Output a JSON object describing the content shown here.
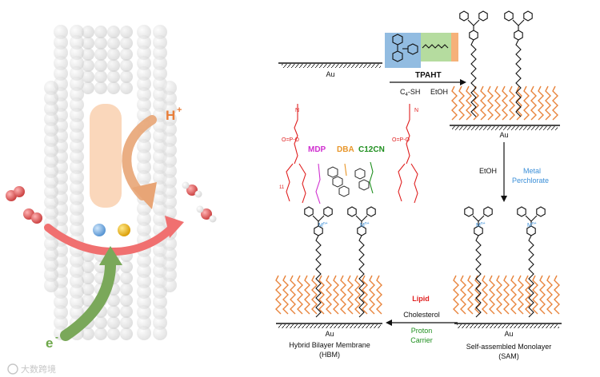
{
  "labels": {
    "proton": "H",
    "proton_charge": "+",
    "electron": "e",
    "electron_charge": "-",
    "au_top": "Au",
    "tpaht": "TPAHT",
    "c4sh": "C",
    "c4sh_sub": "4",
    "c4sh_rest": "-SH",
    "etoh_top": "EtOH",
    "au_sam_top": "Au",
    "etoh_mid": "EtOH",
    "metal": "Metal",
    "perchlorate": "Perchlorate",
    "mdp": "MDP",
    "dba": "DBA",
    "c12cn": "C12CN",
    "lipid": "Lipid",
    "cholesterol": "Cholesterol",
    "proton_carrier_1": "Proton",
    "proton_carrier_2": "Carrier",
    "au_hbm": "Au",
    "hbm_1": "Hybrid Bilayer Membrane",
    "hbm_2": "(HBM)",
    "au_sam": "Au",
    "sam_1": "Self-assembled Monolayer",
    "sam_2": "(SAM)",
    "metal_ion": "M",
    "metal_ion_charge": "n+",
    "phosphate_left": "O=P-O",
    "phosphate_right": "O=P-O",
    "amine_left": "N",
    "amine_right": "N",
    "subscript_11": "11",
    "watermark": "大数跨境"
  },
  "colors": {
    "proton": "#e87e3a",
    "electron": "#6ea84a",
    "red_arrow": "#f06a6a",
    "lipid": "#e02020",
    "mdp": "#d030d0",
    "dba": "#e8962a",
    "c12cn": "#1f8f1f",
    "metal": "#3b8fd8",
    "box_blue": "#7fb0dc",
    "box_green": "#a8d68e",
    "box_orange": "#f5a96a",
    "chain": "#e8843c"
  },
  "icons": [
    "lipid-membrane-sphere-icon",
    "oxygen-molecule-icon",
    "water-molecule-icon",
    "copper-ion-icon",
    "gold-ion-icon",
    "pyridine-ring-icon"
  ]
}
